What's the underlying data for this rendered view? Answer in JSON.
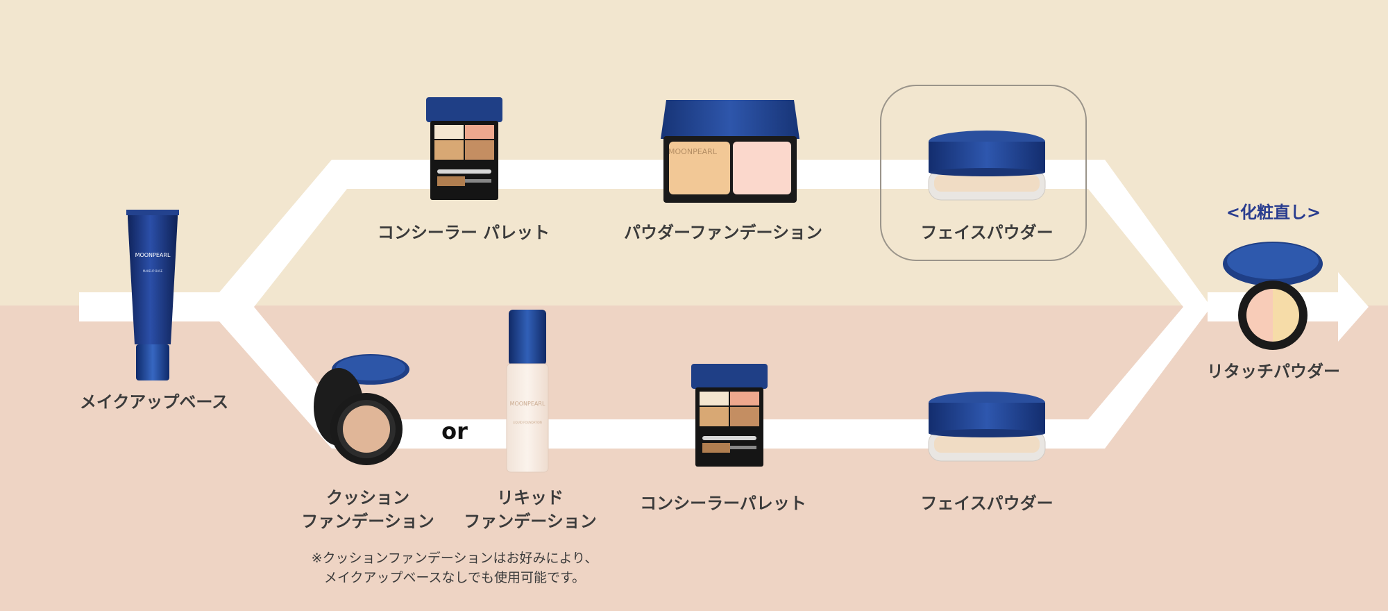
{
  "colors": {
    "band_top": "#f2e6cf",
    "band_bottom": "#eed4c4",
    "flow_path": "#ffffff",
    "navy": "#1f3f86",
    "accent_text": "#2a3d8f",
    "label_text": "#3b3b3b"
  },
  "start": {
    "product_label": "メイクアップベース",
    "icon": "makeup-base-tube-icon"
  },
  "top_route": {
    "steps": [
      {
        "label": "コンシーラー パレット",
        "icon": "concealer-palette-icon"
      },
      {
        "label": "パウダーファンデーション",
        "icon": "powder-foundation-compact-icon"
      },
      {
        "label": "フェイスパウダー",
        "icon": "face-powder-jar-icon",
        "highlighted": true
      }
    ]
  },
  "bottom_route": {
    "choice": [
      {
        "label_lines": [
          "クッション",
          "ファンデーション"
        ],
        "icon": "cushion-foundation-icon"
      },
      {
        "label_lines": [
          "リキッド",
          "ファンデーション"
        ],
        "icon": "liquid-foundation-bottle-icon"
      }
    ],
    "or_text": "or",
    "steps": [
      {
        "label": "コンシーラーパレット",
        "icon": "concealer-palette-icon"
      },
      {
        "label": "フェイスパウダー",
        "icon": "face-powder-jar-icon"
      }
    ],
    "note_lines": [
      "※クッションファンデーションはお好みにより、",
      "メイクアップベースなしでも使用可能です。"
    ]
  },
  "retouch": {
    "title": "<化粧直し>",
    "product_label": "リタッチパウダー",
    "icon": "retouch-powder-compact-icon"
  },
  "brand_marks": {
    "tube": "MOONPEARL",
    "tube_sub": "MAKEUP BASE",
    "compact": "MOONPEARL",
    "bottle": "MOONPEARL",
    "bottle_sub": "LIQUID FOUNDATION"
  }
}
